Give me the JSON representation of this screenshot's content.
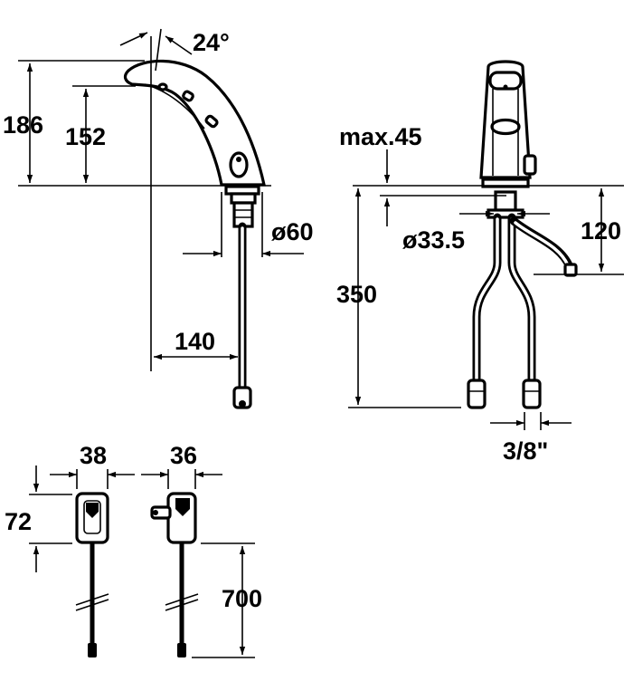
{
  "dimensions": {
    "angle": "24°",
    "total_height": "186",
    "spout_height": "152",
    "base_diameter": "ø60",
    "reach": "140",
    "max_deck_thickness": "max.45",
    "hole_diameter": "ø33.5",
    "tail_depth": "120",
    "hose_length": "350",
    "connection_thread": "3/8\"",
    "box_width_a": "38",
    "box_width_b": "36",
    "box_height": "72",
    "cable_length": "700"
  }
}
